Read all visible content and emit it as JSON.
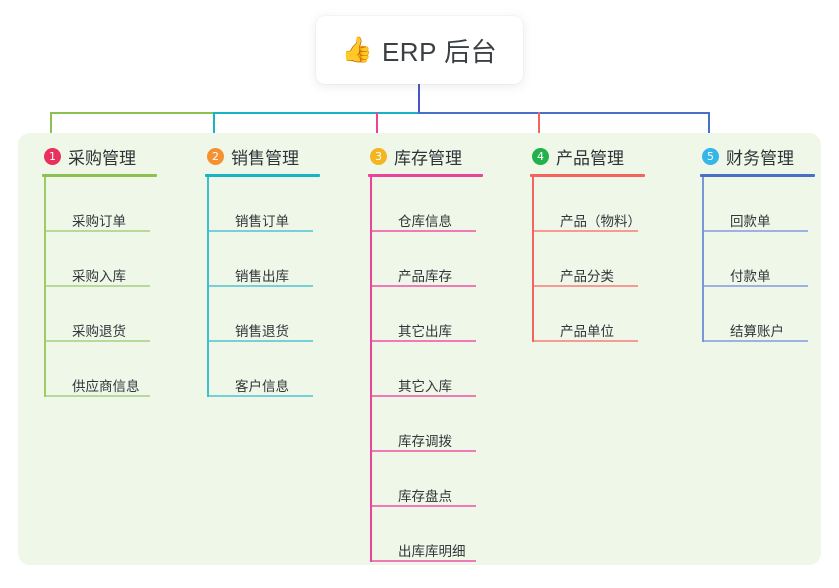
{
  "root": {
    "icon": "thumbs-up-icon",
    "icon_glyph": "👍",
    "title": "ERP 后台"
  },
  "palette": {
    "panel_bg": "#eef7e8",
    "page_bg": "#ffffff",
    "text": "#32363a",
    "stem": "#4a54c8"
  },
  "columns": [
    {
      "number": "1",
      "label": "采购管理",
      "badge_color": "#e8315c",
      "line_color": "#8cc152",
      "rail_color": "#9ccc65",
      "item_rule_color": "#b7d99a",
      "items": [
        {
          "label": "采购订单"
        },
        {
          "label": "采购入库"
        },
        {
          "label": "采购退货"
        },
        {
          "label": "供应商信息"
        }
      ]
    },
    {
      "number": "2",
      "label": "销售管理",
      "badge_color": "#f5922f",
      "line_color": "#17b4c4",
      "rail_color": "#3fc0c9",
      "item_rule_color": "#79cfd6",
      "items": [
        {
          "label": "销售订单"
        },
        {
          "label": "销售出库"
        },
        {
          "label": "销售退货"
        },
        {
          "label": "客户信息"
        }
      ]
    },
    {
      "number": "3",
      "label": "库存管理",
      "badge_color": "#f5b521",
      "line_color": "#e8459a",
      "rail_color": "#e8459a",
      "item_rule_color": "#ef7ab6",
      "items": [
        {
          "label": "仓库信息"
        },
        {
          "label": "产品库存"
        },
        {
          "label": "其它出库"
        },
        {
          "label": "其它入库"
        },
        {
          "label": "库存调拨"
        },
        {
          "label": "库存盘点"
        },
        {
          "label": "出库库明细"
        }
      ]
    },
    {
      "number": "4",
      "label": "产品管理",
      "badge_color": "#22b14c",
      "line_color": "#f4645c",
      "rail_color": "#f4645c",
      "item_rule_color": "#f79a94",
      "items": [
        {
          "label": "产品（物料）"
        },
        {
          "label": "产品分类"
        },
        {
          "label": "产品单位"
        }
      ]
    },
    {
      "number": "5",
      "label": "财务管理",
      "badge_color": "#35b6e8",
      "line_color": "#4a6fc8",
      "rail_color": "#7b95d8",
      "item_rule_color": "#9db2e2",
      "items": [
        {
          "label": "回款单"
        },
        {
          "label": "付款单"
        },
        {
          "label": "结算账户"
        }
      ]
    }
  ]
}
